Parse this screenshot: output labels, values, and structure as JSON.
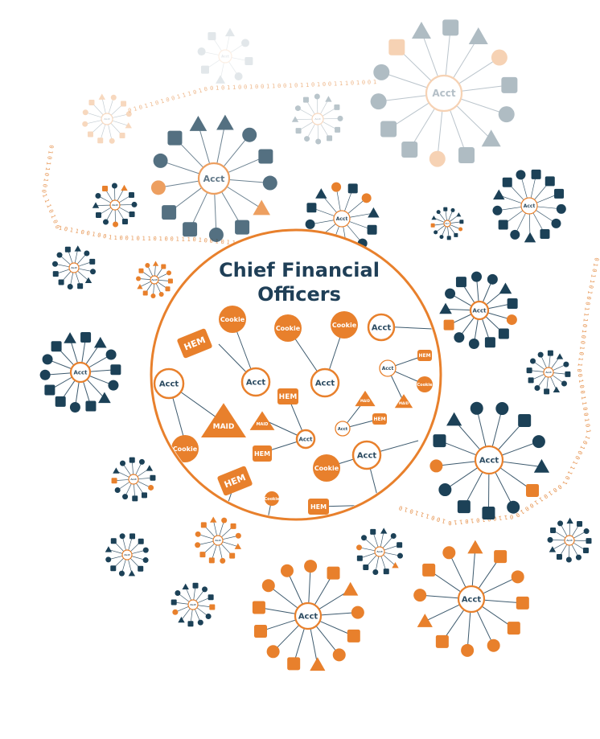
{
  "colors": {
    "orange": "#e8802c",
    "navy": "#1c4157",
    "line": "#3d5a6e",
    "accent_text": "#2b4a60",
    "ring": "#e8802c"
  },
  "title_line1": "Chief Financial",
  "title_line2": "Officers",
  "node_labels": {
    "acct": "Acct",
    "hem": "HEM",
    "cookie": "Cookie",
    "maid": "MAID"
  },
  "binary_stream": "0101101001110100101100100110010110100111010010110010011001"
}
